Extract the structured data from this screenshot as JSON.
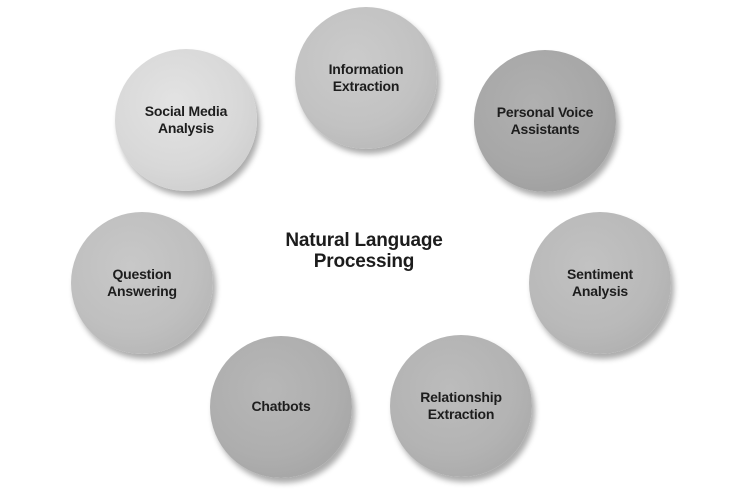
{
  "diagram": {
    "background_color": "#ffffff",
    "text_color": "#1d1d1d",
    "title": {
      "text": "Natural Language Processing"
    },
    "nodes": [
      {
        "label": "Social Media Analysis",
        "fill": "#d8d8d8",
        "fill_light": "#e3e3e3",
        "fill_edge": "#c7c7c7"
      },
      {
        "label": "Information Extraction",
        "fill": "#c2c2c2",
        "fill_light": "#cbcbcb",
        "fill_edge": "#b2b2b2"
      },
      {
        "label": "Personal Voice Assistants",
        "fill": "#a7a7a7",
        "fill_light": "#b0b0b0",
        "fill_edge": "#999999"
      },
      {
        "label": "Sentiment Analysis",
        "fill": "#b9b9b9",
        "fill_light": "#c2c2c2",
        "fill_edge": "#a9a9a9"
      },
      {
        "label": "Relationship Extraction",
        "fill": "#b3b3b3",
        "fill_light": "#bcbcbc",
        "fill_edge": "#a3a3a3"
      },
      {
        "label": "Chatbots",
        "fill": "#aeaeae",
        "fill_light": "#b7b7b7",
        "fill_edge": "#9f9f9f"
      },
      {
        "label": "Question Answering",
        "fill": "#bfbfbf",
        "fill_light": "#c8c8c8",
        "fill_edge": "#afafaf"
      }
    ]
  }
}
